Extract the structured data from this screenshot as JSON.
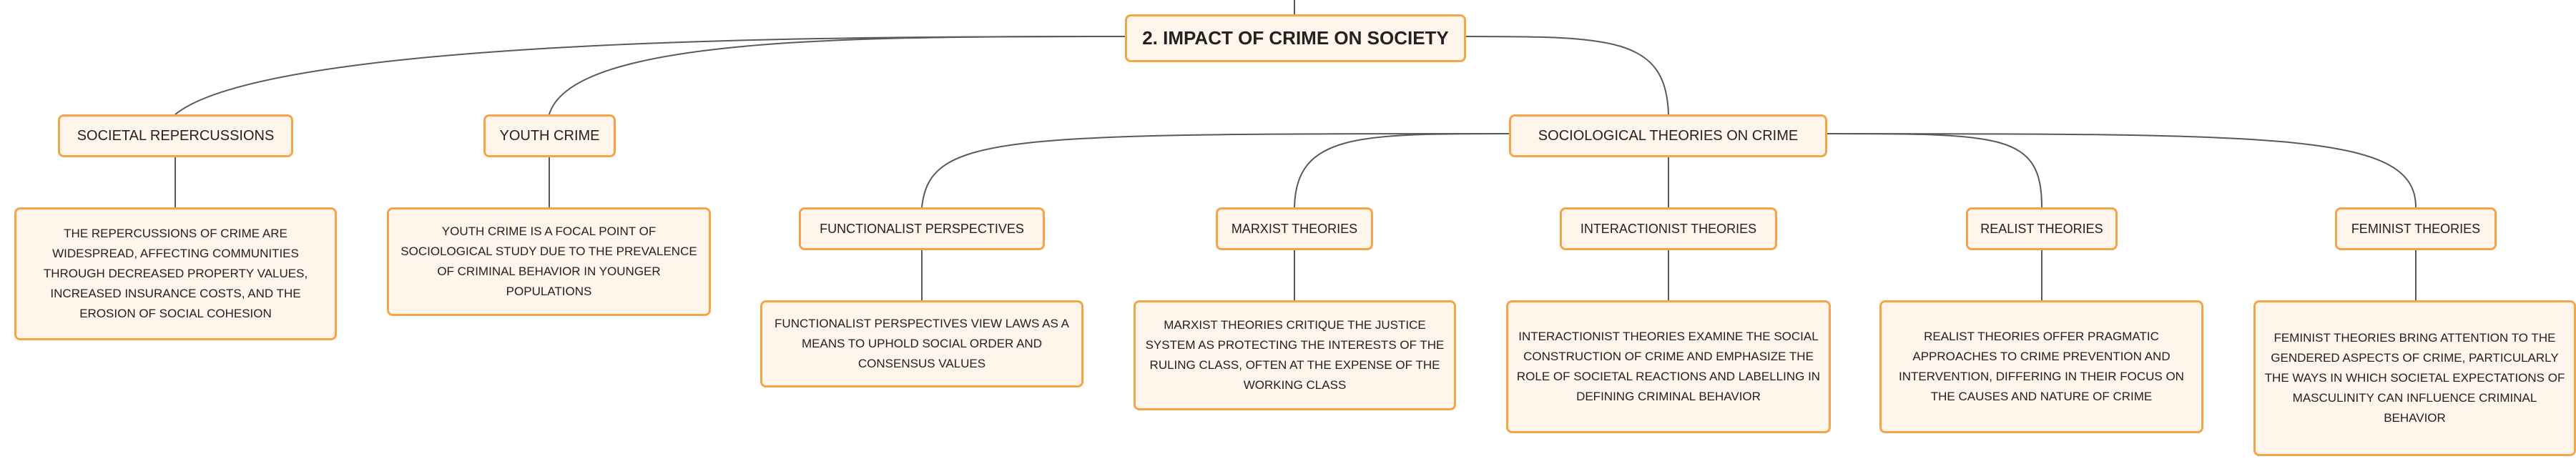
{
  "root": {
    "label": "2. IMPACT OF CRIME ON SOCIETY"
  },
  "branches": {
    "societal": {
      "label": "SOCIETAL REPERCUSSIONS",
      "description": "THE REPERCUSSIONS OF CRIME ARE WIDESPREAD, AFFECTING COMMUNITIES THROUGH DECREASED PROPERTY VALUES, INCREASED INSURANCE COSTS, AND THE EROSION OF SOCIAL COHESION"
    },
    "youth": {
      "label": "YOUTH CRIME",
      "description": "YOUTH CRIME IS A FOCAL POINT OF SOCIOLOGICAL STUDY DUE TO THE PREVALENCE OF CRIMINAL BEHAVIOR IN YOUNGER POPULATIONS"
    },
    "theories": {
      "label": "SOCIOLOGICAL THEORIES ON CRIME",
      "children": {
        "functionalist": {
          "label": "FUNCTIONALIST PERSPECTIVES",
          "description": "FUNCTIONALIST PERSPECTIVES VIEW LAWS AS A MEANS TO UPHOLD SOCIAL ORDER AND CONSENSUS VALUES"
        },
        "marxist": {
          "label": "MARXIST THEORIES",
          "description": "MARXIST THEORIES CRITIQUE THE JUSTICE SYSTEM AS PROTECTING THE INTERESTS OF THE RULING CLASS, OFTEN AT THE EXPENSE OF THE WORKING CLASS"
        },
        "interactionist": {
          "label": "INTERACTIONIST THEORIES",
          "description": "INTERACTIONIST THEORIES EXAMINE THE SOCIAL CONSTRUCTION OF CRIME AND EMPHASIZE THE ROLE OF SOCIETAL REACTIONS AND LABELLING IN DEFINING CRIMINAL BEHAVIOR"
        },
        "realist": {
          "label": "REALIST THEORIES",
          "description": "REALIST THEORIES OFFER PRAGMATIC APPROACHES TO CRIME PREVENTION AND INTERVENTION, DIFFERING IN THEIR FOCUS ON THE CAUSES AND NATURE OF CRIME"
        },
        "feminist": {
          "label": "FEMINIST THEORIES",
          "description": "FEMINIST THEORIES BRING ATTENTION TO THE GENDERED ASPECTS OF CRIME, PARTICULARLY THE WAYS IN WHICH SOCIETAL EXPECTATIONS OF MASCULINITY CAN INFLUENCE CRIMINAL BEHAVIOR"
        }
      }
    }
  },
  "colors": {
    "node_fill": "#fff5ea",
    "node_border": "#f4a54a",
    "connector": "#5a5a5a"
  }
}
